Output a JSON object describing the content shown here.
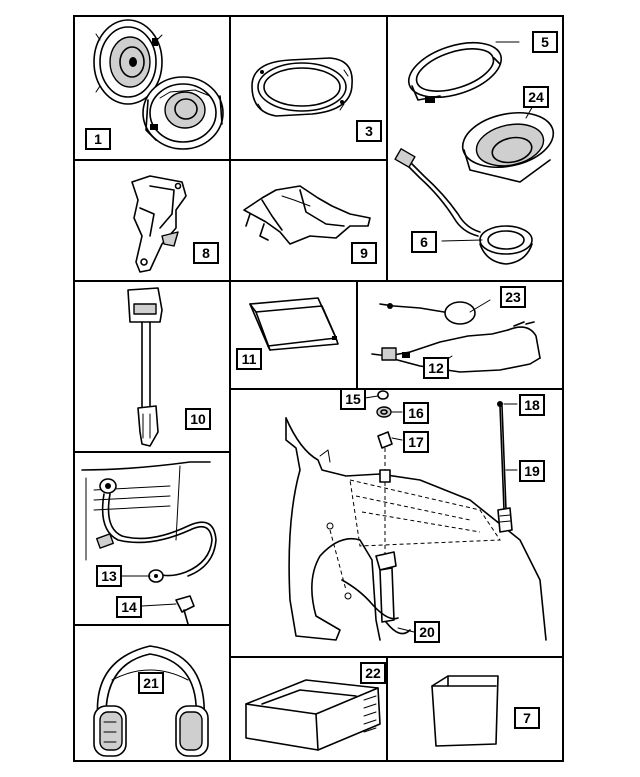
{
  "callouts": {
    "n1": "1",
    "n3": "3",
    "n5": "5",
    "n24": "24",
    "n6": "6",
    "n8": "8",
    "n9": "9",
    "n10": "10",
    "n11": "11",
    "n23": "23",
    "n12": "12",
    "n15": "15",
    "n16": "16",
    "n17": "17",
    "n18": "18",
    "n19": "19",
    "n13": "13",
    "n14": "14",
    "n20": "20",
    "n21": "21",
    "n22": "22",
    "n7": "7"
  },
  "panels": [
    {
      "id": "speaker-round",
      "parts": [
        "1"
      ],
      "icon": "round-speaker-icon"
    },
    {
      "id": "speaker-oval",
      "parts": [
        "3"
      ],
      "icon": "oval-speaker-icon"
    },
    {
      "id": "speaker-set",
      "parts": [
        "5",
        "24",
        "6"
      ],
      "icon": "speaker-set-icon"
    },
    {
      "id": "bracket",
      "parts": [
        "8"
      ],
      "icon": "bracket-icon"
    },
    {
      "id": "mount",
      "parts": [
        "9"
      ],
      "icon": "mount-icon"
    },
    {
      "id": "antenna-lead",
      "parts": [
        "10"
      ],
      "icon": "antenna-lead-icon"
    },
    {
      "id": "module",
      "parts": [
        "11"
      ],
      "icon": "module-icon"
    },
    {
      "id": "cables",
      "parts": [
        "23",
        "12"
      ],
      "icon": "cables-icon"
    },
    {
      "id": "antenna-fender",
      "parts": [
        "15",
        "16",
        "17",
        "18",
        "19",
        "20"
      ],
      "icon": "fender-antenna-icon"
    },
    {
      "id": "ground-strap",
      "parts": [
        "13",
        "14"
      ],
      "icon": "ground-strap-icon"
    },
    {
      "id": "headphones",
      "parts": [
        "21"
      ],
      "icon": "headphones-icon"
    },
    {
      "id": "media-box",
      "parts": [
        "22"
      ],
      "icon": "media-box-icon"
    },
    {
      "id": "package",
      "parts": [
        "7"
      ],
      "icon": "package-icon"
    }
  ]
}
